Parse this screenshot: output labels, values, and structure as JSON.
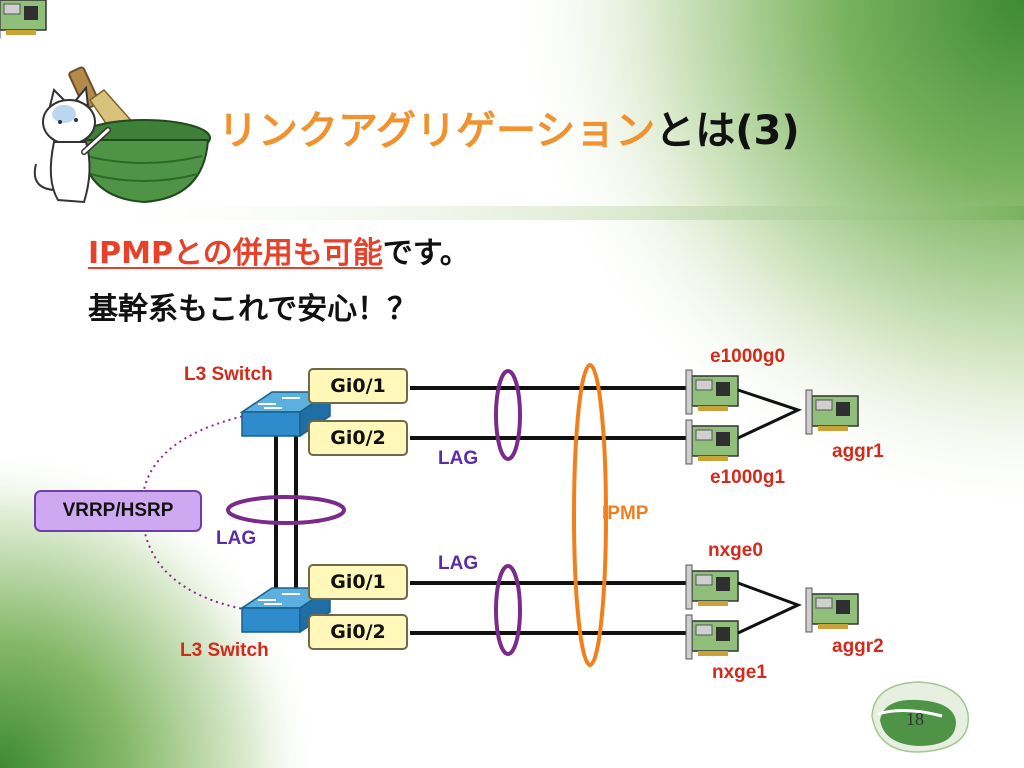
{
  "title": {
    "accent": "リンクアグリゲーション",
    "rest": "とは(3)"
  },
  "body": {
    "line1_highlight": "IPMPとの併用も可能",
    "line1_rest": "です。",
    "line2": "基幹系もこれで安心！？"
  },
  "diagram": {
    "switch_top_label": "L3 Switch",
    "switch_bottom_label": "L3 Switch",
    "ports_top": [
      "Gi0/1",
      "Gi0/2"
    ],
    "ports_bottom": [
      "Gi0/1",
      "Gi0/2"
    ],
    "vrrp_label": "VRRP/HSRP",
    "lag_labels": [
      "LAG",
      "LAG",
      "LAG"
    ],
    "ipmp_label": "IPMP",
    "nics_top": [
      "e1000g0",
      "e1000g1"
    ],
    "nics_bottom": [
      "nxge0",
      "nxge1"
    ],
    "aggr_labels": [
      "aggr1",
      "aggr2"
    ]
  },
  "page_number": "18",
  "colors": {
    "accent_orange": "#f0922f",
    "red": "#d42a1c",
    "purple": "#7a2a8a",
    "ipmp": "#f07f1c",
    "green": "#5a9a3c"
  }
}
